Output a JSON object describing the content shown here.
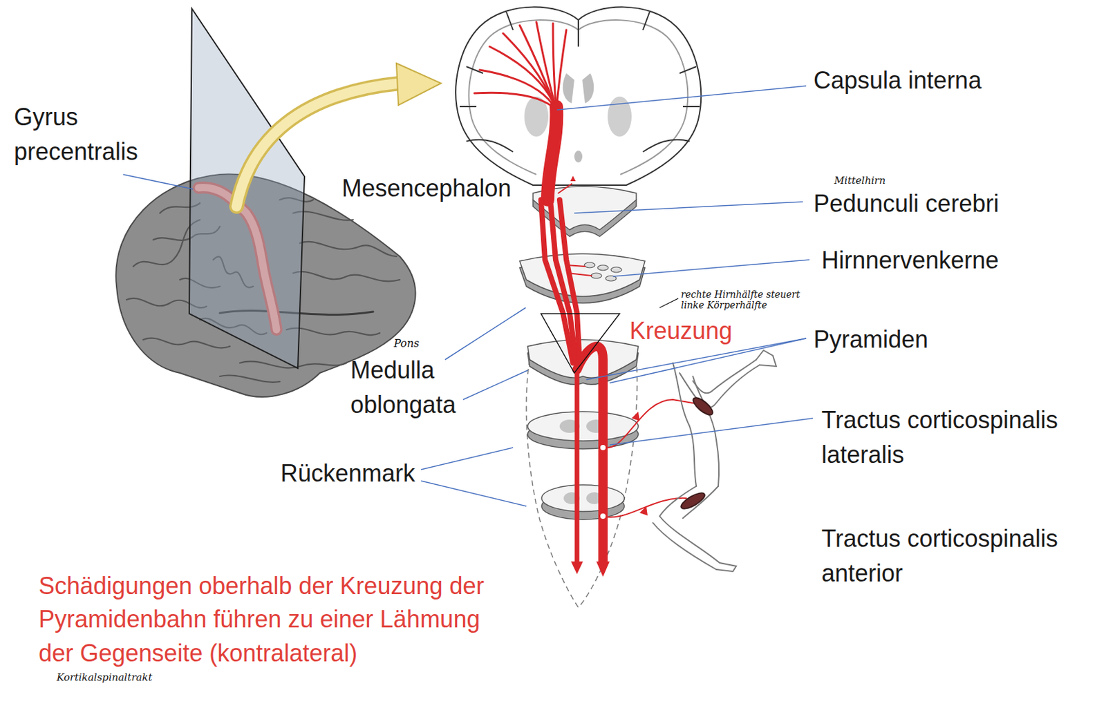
{
  "diagram": {
    "labels": [
      "Capsula interna",
      "Gyrus precentralis",
      "Mittelhirn",
      "Mesencephalon",
      "Pedunculi cerebri",
      "Hirnnervenkerne",
      "rechte Hirnhälfte steuert linke Körperhälfte",
      "Kreuzung",
      "Pyramiden",
      "Pons",
      "Medulla oblongata",
      "Tractus corticospinalis lateralis",
      "Rückenmark",
      "Tractus corticospinalis anterior",
      "Schädigungen oberhalb der Kreuzung der Pyramidenbahn führen zu einer Lähmung der Gegenseite (kontralateral)",
      "Kortikalspinaltrakt"
    ]
  }
}
